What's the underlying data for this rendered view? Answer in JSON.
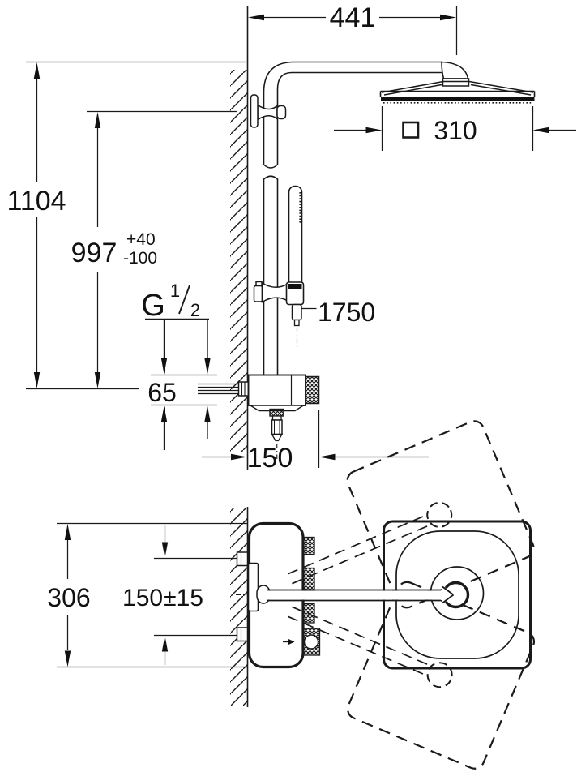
{
  "diagram": {
    "type": "shower-system-installation-dimension-drawing",
    "units": "mm",
    "line_color": "#1a1a1a",
    "side_view": {
      "dim_arm_projection": "441",
      "dim_total_height": "1104",
      "dim_rail_height": "997",
      "dim_rail_tolerance_plus": "+40",
      "dim_rail_tolerance_minus": "-100",
      "thread_letter": "G",
      "thread_numerator": "1",
      "thread_denominator": "2",
      "dim_hose_length": "1750",
      "dim_valve_body_height": "65",
      "dim_valve_depth": "150",
      "dim_head_width": "310",
      "head_shape_symbol": "square-symbol"
    },
    "plan_view": {
      "dim_valve_width": "306",
      "dim_inlet_spacing": "150±15"
    }
  }
}
